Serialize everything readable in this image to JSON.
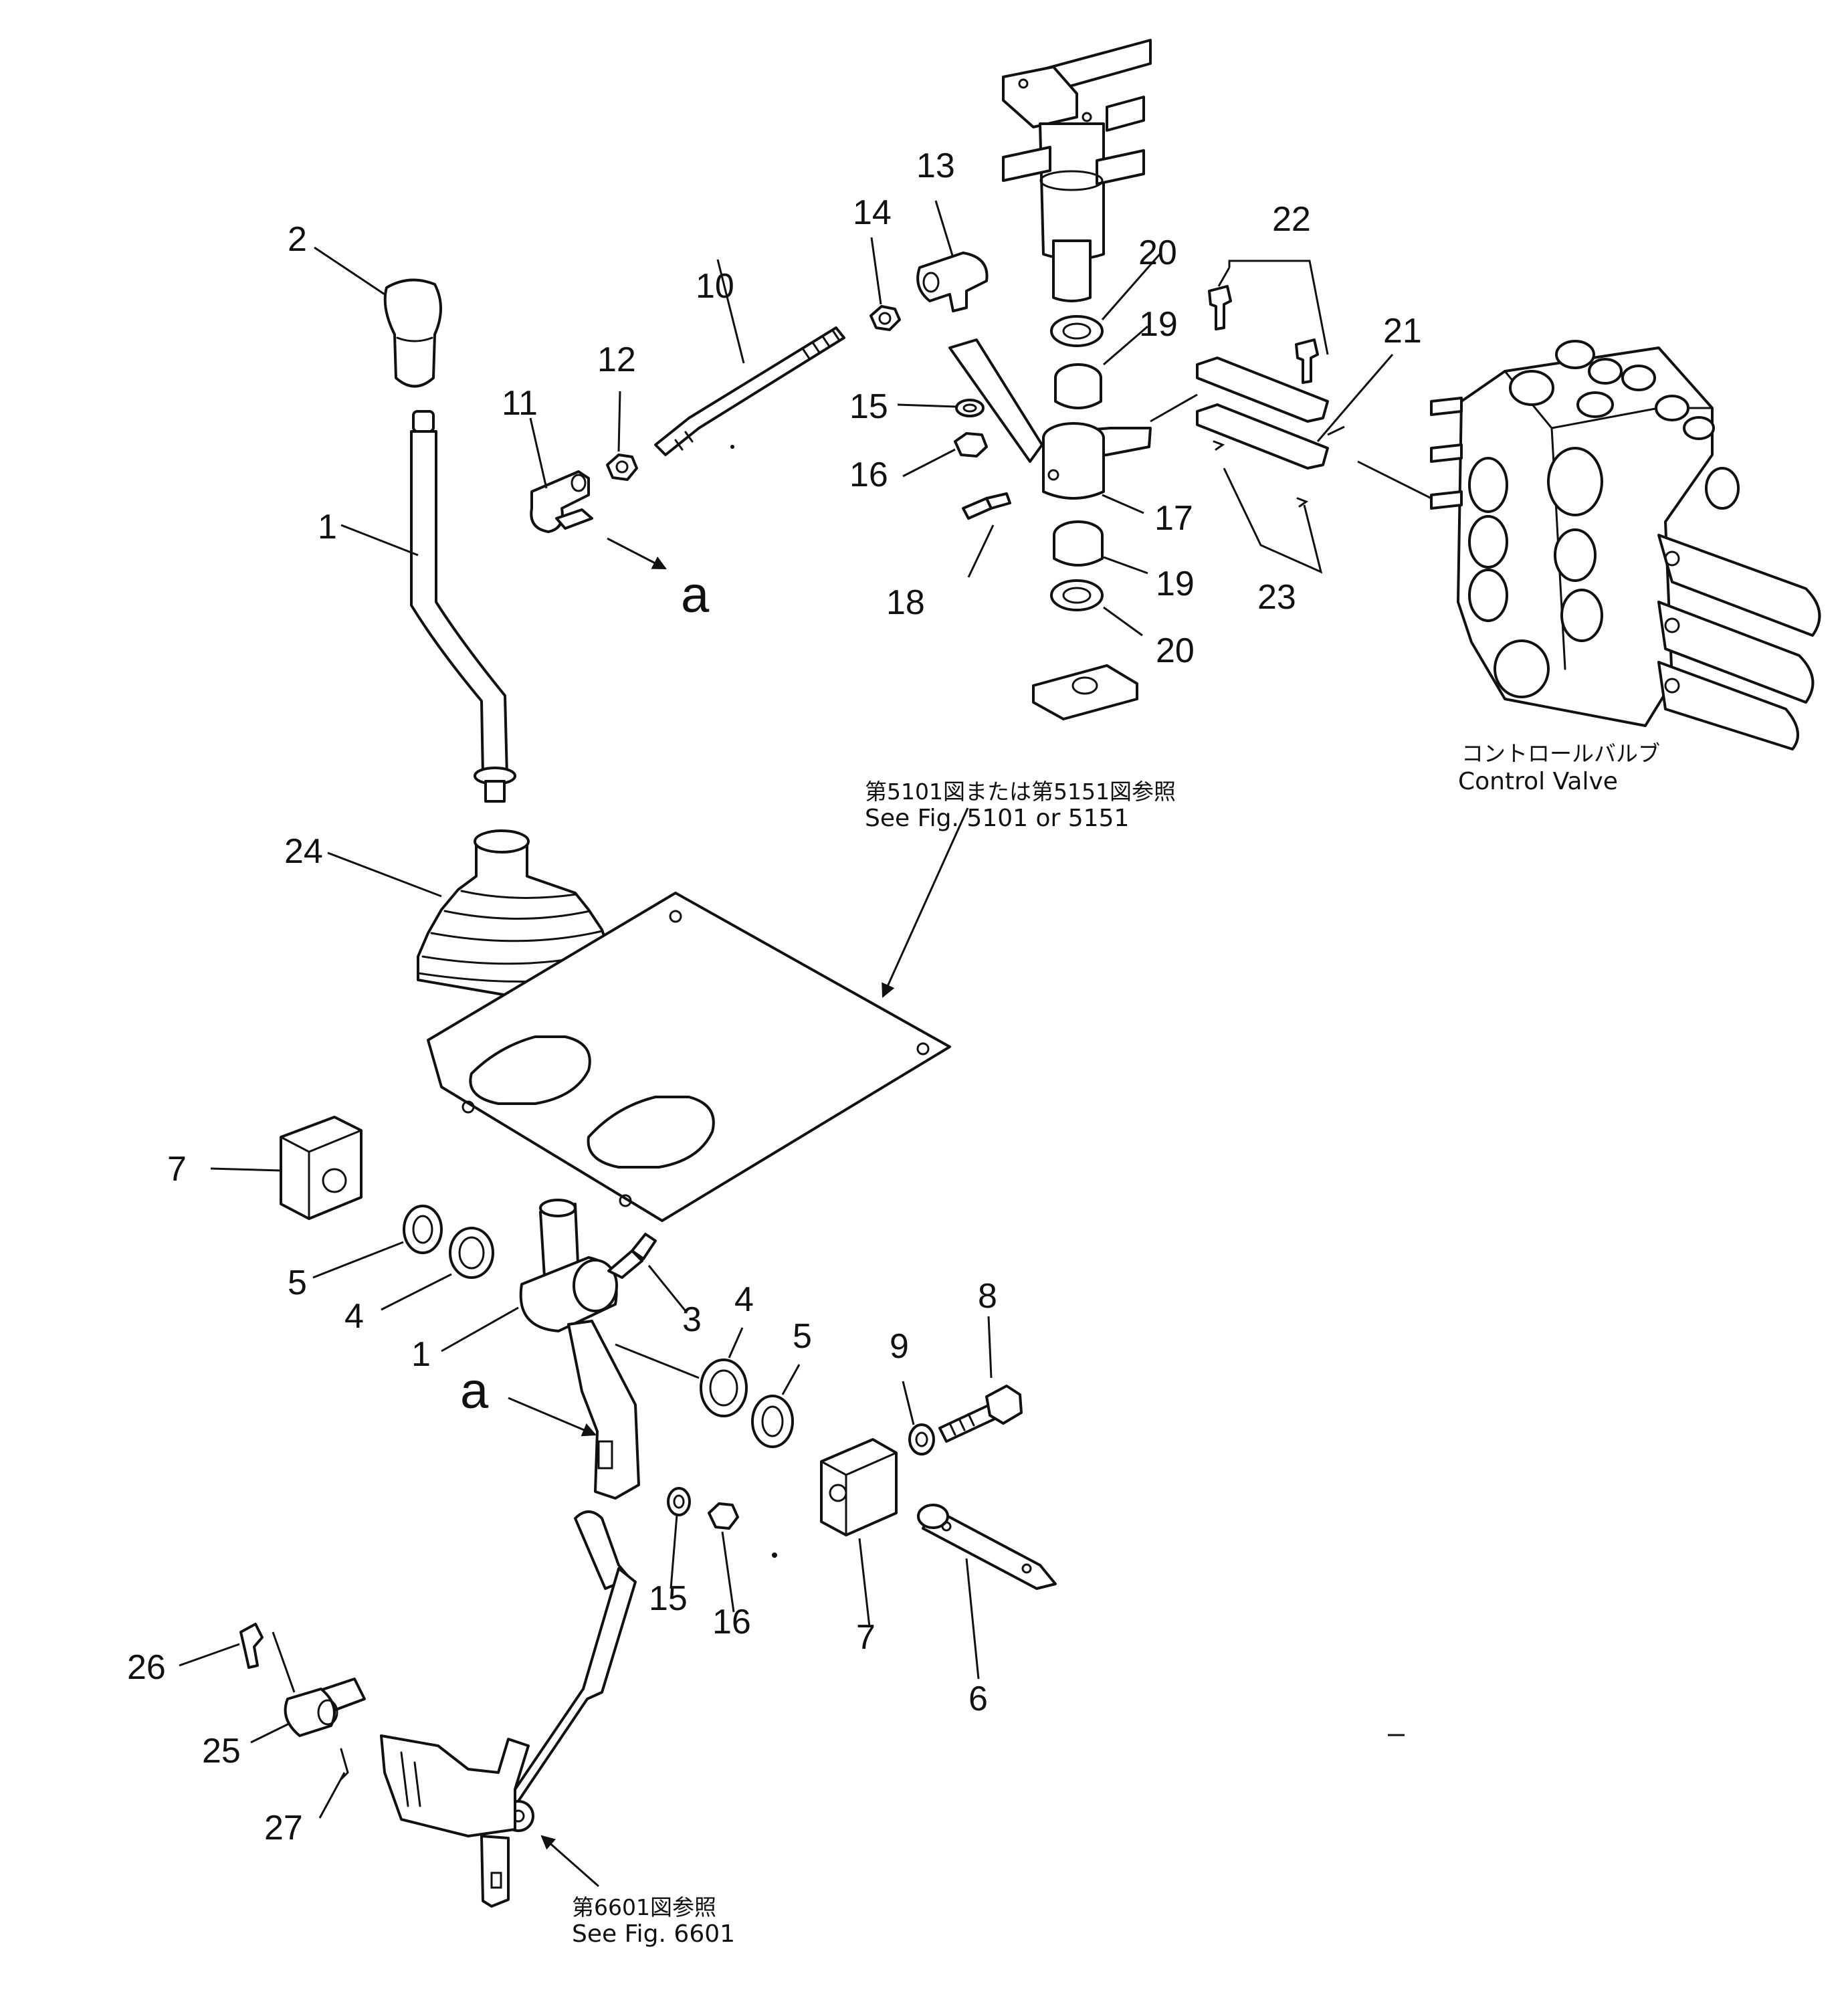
{
  "callouts": [
    "1",
    "1",
    "2",
    "3",
    "4",
    "4",
    "5",
    "5",
    "6",
    "7",
    "7",
    "8",
    "9",
    "10",
    "11",
    "12",
    "13",
    "14",
    "15",
    "15",
    "16",
    "16",
    "17",
    "18",
    "19",
    "19",
    "20",
    "20",
    "21",
    "22",
    "23",
    "24",
    "25",
    "26",
    "27"
  ],
  "markers": [
    "a",
    "a"
  ],
  "notes": {
    "floor_ref_jp": "第5101図または第5151図参照",
    "floor_ref_en": "See  Fig.  5101  or  5151",
    "valve_jp": "コントロールバルブ",
    "valve_en": "Control  Valve",
    "link_ref_jp": "第6601図参照",
    "link_ref_en": "See  Fig.  6601"
  }
}
